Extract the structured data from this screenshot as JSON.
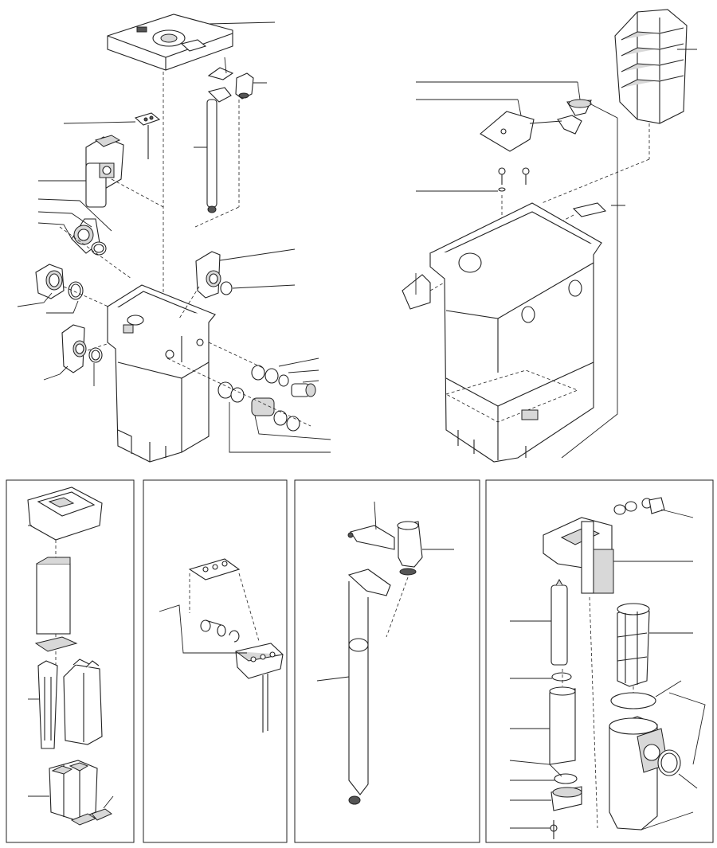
{
  "figure": {
    "colors": {
      "line": "#222222",
      "background": "#ffffff",
      "shade": "#d8d8d8",
      "dark": "#555555"
    },
    "panels": [
      {
        "id": "main-filter-assembly",
        "labels": []
      },
      {
        "id": "lid-filter-body",
        "labels": []
      },
      {
        "id": "filter-cartridge-stack",
        "labels": []
      },
      {
        "id": "indicator-cover",
        "labels": []
      },
      {
        "id": "float-rod",
        "labels": []
      },
      {
        "id": "uvc-clarifier",
        "labels": []
      }
    ]
  }
}
